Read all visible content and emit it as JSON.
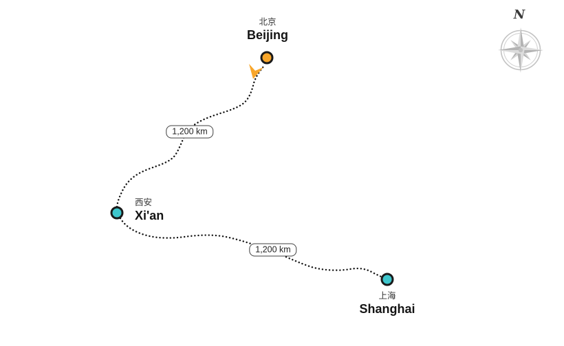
{
  "map": {
    "cities": [
      {
        "id": "beijing",
        "name_cn": "北京",
        "name_en": "Beijing"
      },
      {
        "id": "xian",
        "name_cn": "西安",
        "name_en": "Xi'an"
      },
      {
        "id": "shanghai",
        "name_cn": "上海",
        "name_en": "Shanghai"
      }
    ],
    "routes": [
      {
        "from": "Xi'an",
        "to": "Beijing",
        "distance_label": "1,200 km"
      },
      {
        "from": "Xi'an",
        "to": "Shanghai",
        "distance_label": "1,200 km"
      }
    ],
    "compass": {
      "north_label": "N"
    }
  },
  "colors": {
    "background": "#ffffff",
    "route_dots": "#141414",
    "accent_orange": "#F8A62A",
    "accent_cyan": "#3EC6CC",
    "marker_border": "#1a1a1a",
    "compass_gray": "#c6c6c6"
  }
}
